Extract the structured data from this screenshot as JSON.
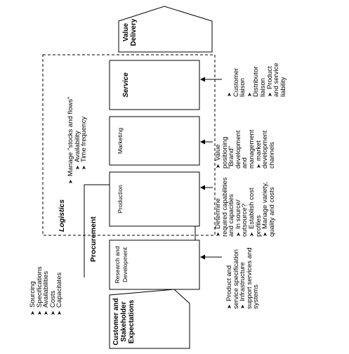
{
  "stages": {
    "customer": {
      "label": "Customer and Stakeholder Expectations"
    },
    "research": {
      "label": "Research and Development"
    },
    "production": {
      "label": "Production"
    },
    "marketing": {
      "label": "Marketing"
    },
    "service": {
      "label": "Service"
    },
    "value": {
      "label": "Value Delivery"
    }
  },
  "overlays": {
    "procurement": {
      "label": "Procurement"
    },
    "logistics": {
      "label": "Logistics"
    }
  },
  "bullet_marker": "➤",
  "procurement_items": [
    "Sourcing",
    "Specifications",
    "Availabilities",
    "Costs",
    "Capacitates"
  ],
  "logistics_items": [
    "Manage \"stocks and flows\"",
    "Availability",
    "Time frequency"
  ],
  "notes": {
    "research": [
      "Product and service specification",
      "Infrastructure support services and systems"
    ],
    "production": [
      "Determine required capabilities and capacities",
      "In source/ outsource?",
      "Establish cost profiles",
      "Manage variety, quality and costs"
    ],
    "marketing": [
      "Value positioning \"Brand\" development and management",
      "market development channels"
    ],
    "service": [
      "Customer liaison",
      "Distributor liaison",
      "Product and service liability"
    ]
  }
}
